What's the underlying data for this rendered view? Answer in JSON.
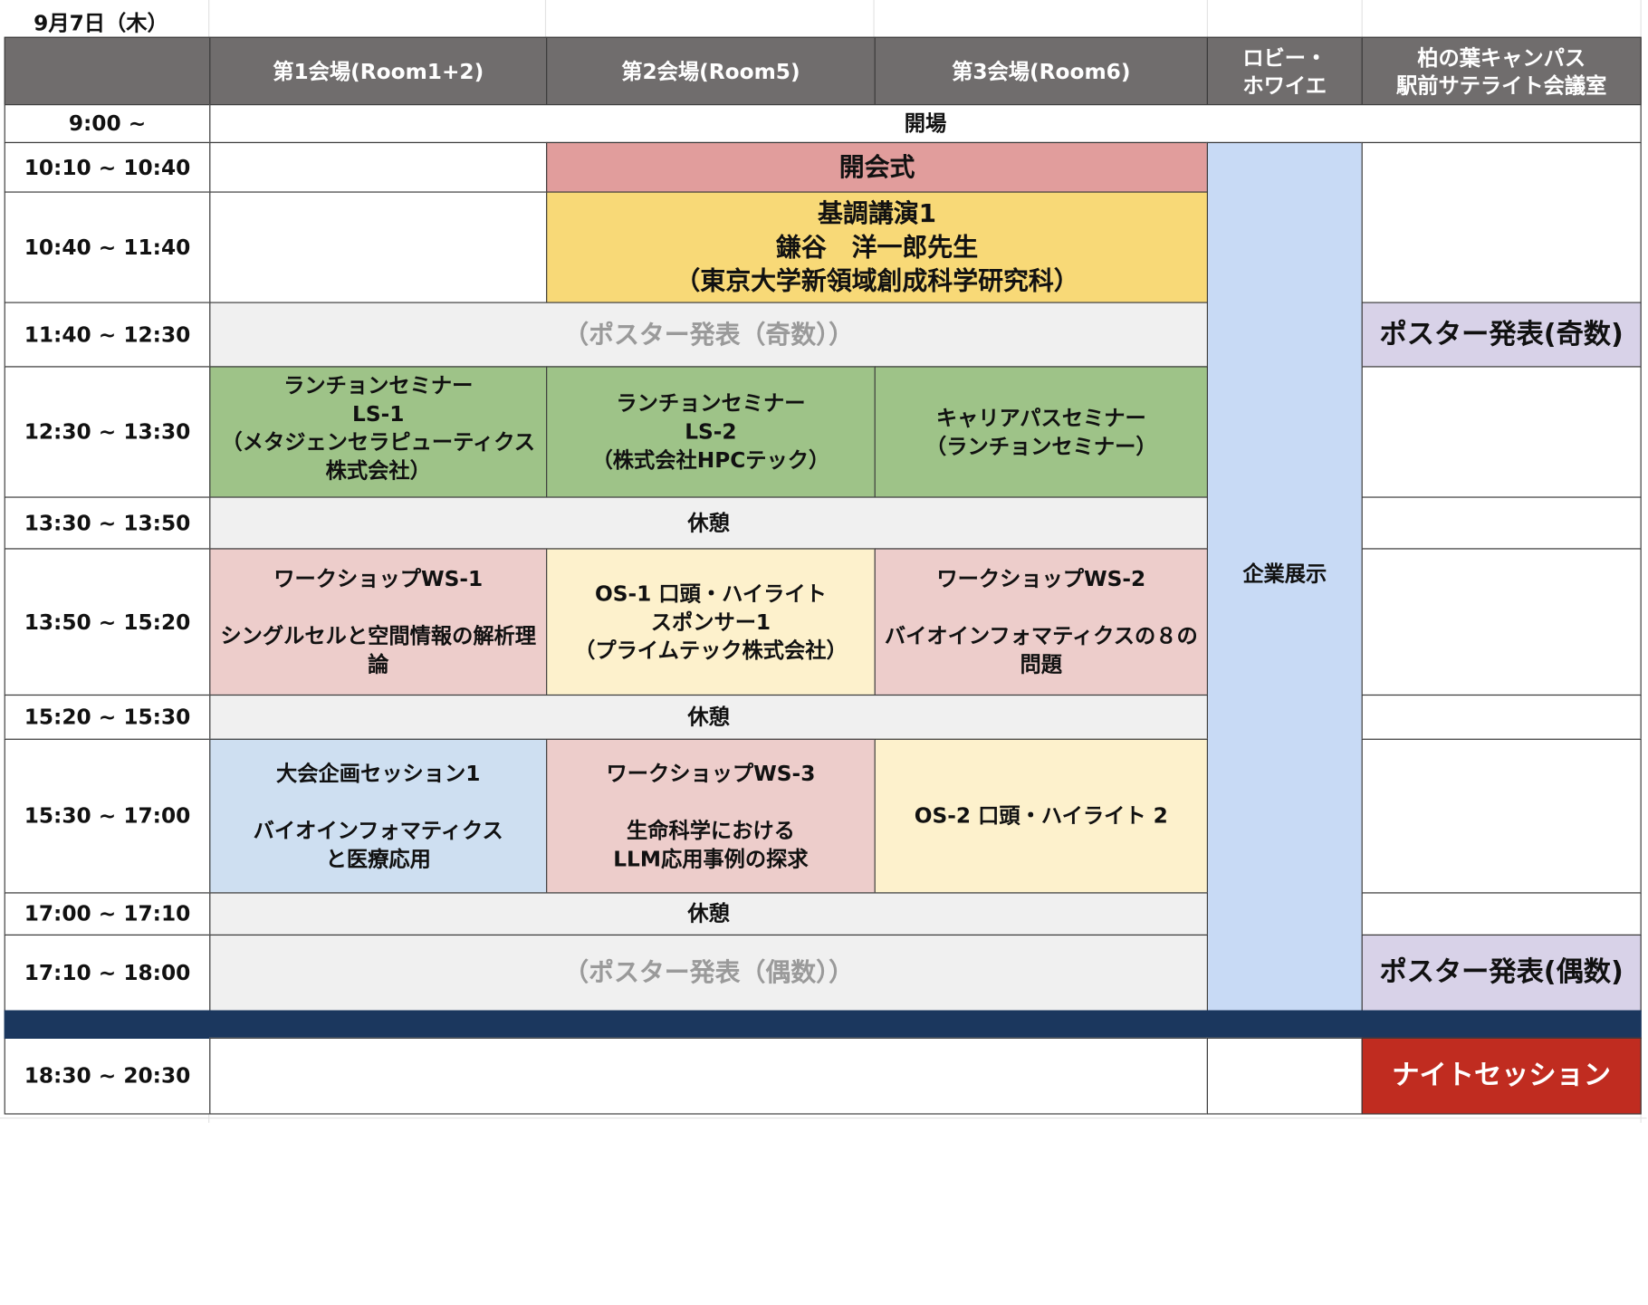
{
  "date": "9月7日（木）",
  "headers": {
    "room1": "第1会場(Room1+2)",
    "room2": "第2会場(Room5)",
    "room3": "第3会場(Room6)",
    "lobby": [
      "ロビー・",
      "ホワイエ"
    ],
    "kashiwa": [
      "柏の葉キャンパス",
      "駅前サテライト会議室"
    ]
  },
  "times": [
    "9:00 ~",
    "10:10 ~ 10:40",
    "10:40 ~ 11:40",
    "11:40 ~ 12:30",
    "12:30 ~ 13:30",
    "13:30 ~ 13:50",
    "13:50 ~ 15:20",
    "15:20 ~ 15:30",
    "15:30 ~ 17:00",
    "17:00 ~ 17:10",
    "17:10 ~ 18:00",
    "18:30 ~ 20:30"
  ],
  "sessions": {
    "opening_venue": "開場",
    "opening_ceremony": "開会式",
    "keynote": [
      "基調講演1",
      "鎌谷　洋一郎先生",
      "（東京大学新領域創成科学研究科）"
    ],
    "poster_odd_muted": "（ポスター発表（奇数））",
    "poster_odd": "ポスター発表(奇数)",
    "ls1": [
      "ランチョンセミナー",
      "LS-1",
      "（メタジェンセラピューティクス",
      "株式会社）"
    ],
    "ls2": [
      "ランチョンセミナー",
      "LS-2",
      "（株式会社HPCテック）"
    ],
    "career": [
      "キャリアパスセミナー",
      "（ランチョンセミナー）"
    ],
    "break": "休憩",
    "ws1": [
      "ワークショップWS-1",
      "シングルセルと空間情報の解析理論"
    ],
    "os1": [
      "OS-1 口頭・ハイライト",
      "スポンサー1",
      "（プライムテック株式会社）"
    ],
    "ws2": [
      "ワークショップWS-2",
      "バイオインフォマティクスの８の問題"
    ],
    "expo": "企業展示",
    "plan1": [
      "大会企画セッション1",
      "バイオインフォマティクス",
      "と医療応用"
    ],
    "ws3": [
      "ワークショップWS-3",
      "生命科学における",
      "LLM応用事例の探求"
    ],
    "os2": "OS-2 口頭・ハイライト 2",
    "poster_even_muted": "（ポスター発表（偶数））",
    "poster_even": "ポスター発表(偶数)",
    "night": "ナイトセッション"
  }
}
